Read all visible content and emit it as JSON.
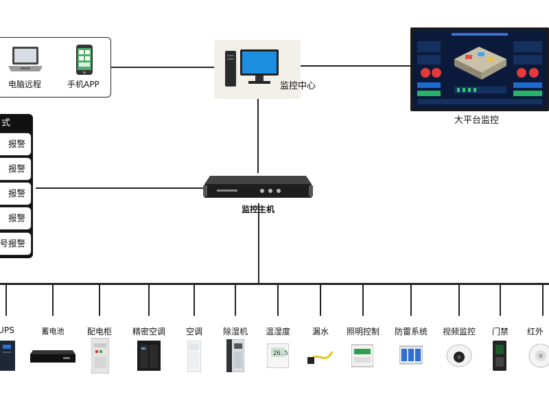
{
  "remote": {
    "pc_label": "电脑远程",
    "app_label": "手机APP"
  },
  "center": {
    "label": "监控中心"
  },
  "bigscreen": {
    "label": "大平台监控"
  },
  "host": {
    "label": "监控主机"
  },
  "alarm": {
    "title": "式",
    "items": [
      "报警",
      "报警",
      "报警",
      "报警",
      "号报警"
    ]
  },
  "devices": [
    "UPS",
    "蓄电池",
    "配电柜",
    "精密空调",
    "空调",
    "除湿机",
    "温湿度",
    "漏水",
    "照明控制",
    "防雷系统",
    "视频监控",
    "门禁",
    "红外"
  ]
}
